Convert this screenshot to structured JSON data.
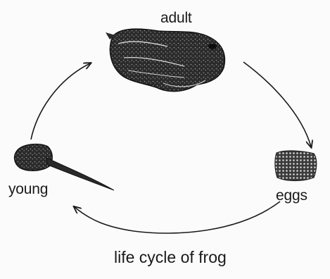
{
  "stages": {
    "adult": "adult",
    "eggs": "eggs",
    "young": "young"
  },
  "caption": "life cycle of frog",
  "sequence": [
    "adult",
    "eggs",
    "young",
    "adult"
  ],
  "colors": {
    "ink": "#1a1a1a",
    "background": "#fbfbfb"
  }
}
